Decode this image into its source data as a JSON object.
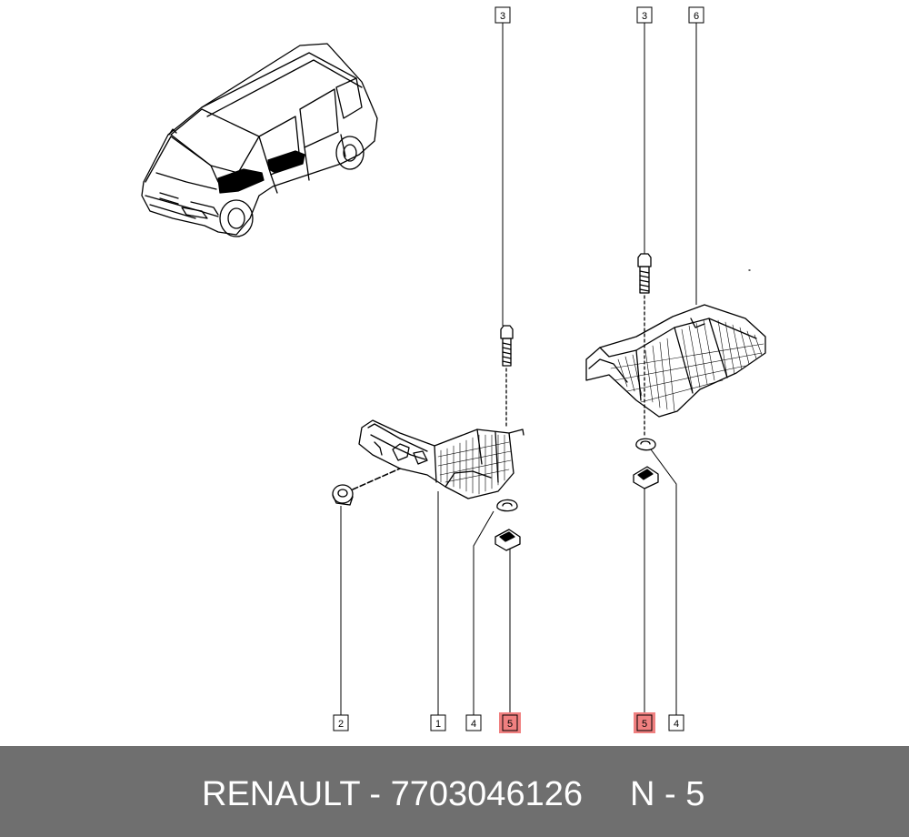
{
  "callouts": [
    {
      "id": "c3a",
      "label": "3",
      "highlighted": false
    },
    {
      "id": "c3b",
      "label": "3",
      "highlighted": false
    },
    {
      "id": "c6",
      "label": "6",
      "highlighted": false
    },
    {
      "id": "c2",
      "label": "2",
      "highlighted": false
    },
    {
      "id": "c1",
      "label": "1",
      "highlighted": false
    },
    {
      "id": "c4a",
      "label": "4",
      "highlighted": false
    },
    {
      "id": "c5a",
      "label": "5",
      "highlighted": true
    },
    {
      "id": "c5b",
      "label": "5",
      "highlighted": true
    },
    {
      "id": "c4b",
      "label": "4",
      "highlighted": false
    }
  ],
  "footer": {
    "brand": "RENAULT",
    "separator": " - ",
    "part_number": "7703046126",
    "ref_prefix": "N - ",
    "ref_value": "5"
  },
  "colors": {
    "highlight_fill": "#f08080",
    "footer_bg": "#6f6f6f",
    "footer_text": "#ffffff",
    "line": "#000000"
  }
}
